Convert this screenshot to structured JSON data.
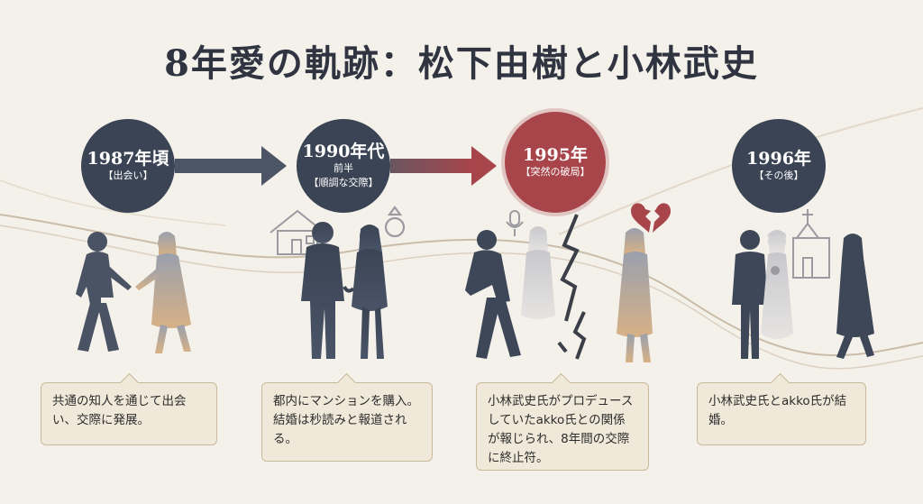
{
  "title": "8年愛の軌跡：松下由樹と小林武史",
  "milestones": [
    {
      "year": "1987年頃",
      "label": "【出会い】",
      "description": "共通の知人を通じて出会い、交際に発展。"
    },
    {
      "year": "1990年代",
      "year_sub": "前半",
      "label": "【順調な交際】",
      "description": "都内にマンションを購入。結婚は秒読みと報道される。"
    },
    {
      "year": "1995年",
      "label": "【突然の破局】",
      "description": "小林武史氏がプロデュースしていたakko氏との関係が報じられ、8年間の交際に終止符。"
    },
    {
      "year": "1996年",
      "label": "【その後】",
      "description": "小林武史氏とakko氏が結婚。"
    }
  ],
  "colors": {
    "accent_dark": "#3b4454",
    "accent_red": "#a8454b",
    "card_bg": "#f0e8d8",
    "figure_gold": "#c9a27a"
  },
  "icons": [
    "house-icon",
    "ring-icon",
    "microphone-icon",
    "broken-heart-icon",
    "church-icon",
    "lightning-crack-icon"
  ]
}
